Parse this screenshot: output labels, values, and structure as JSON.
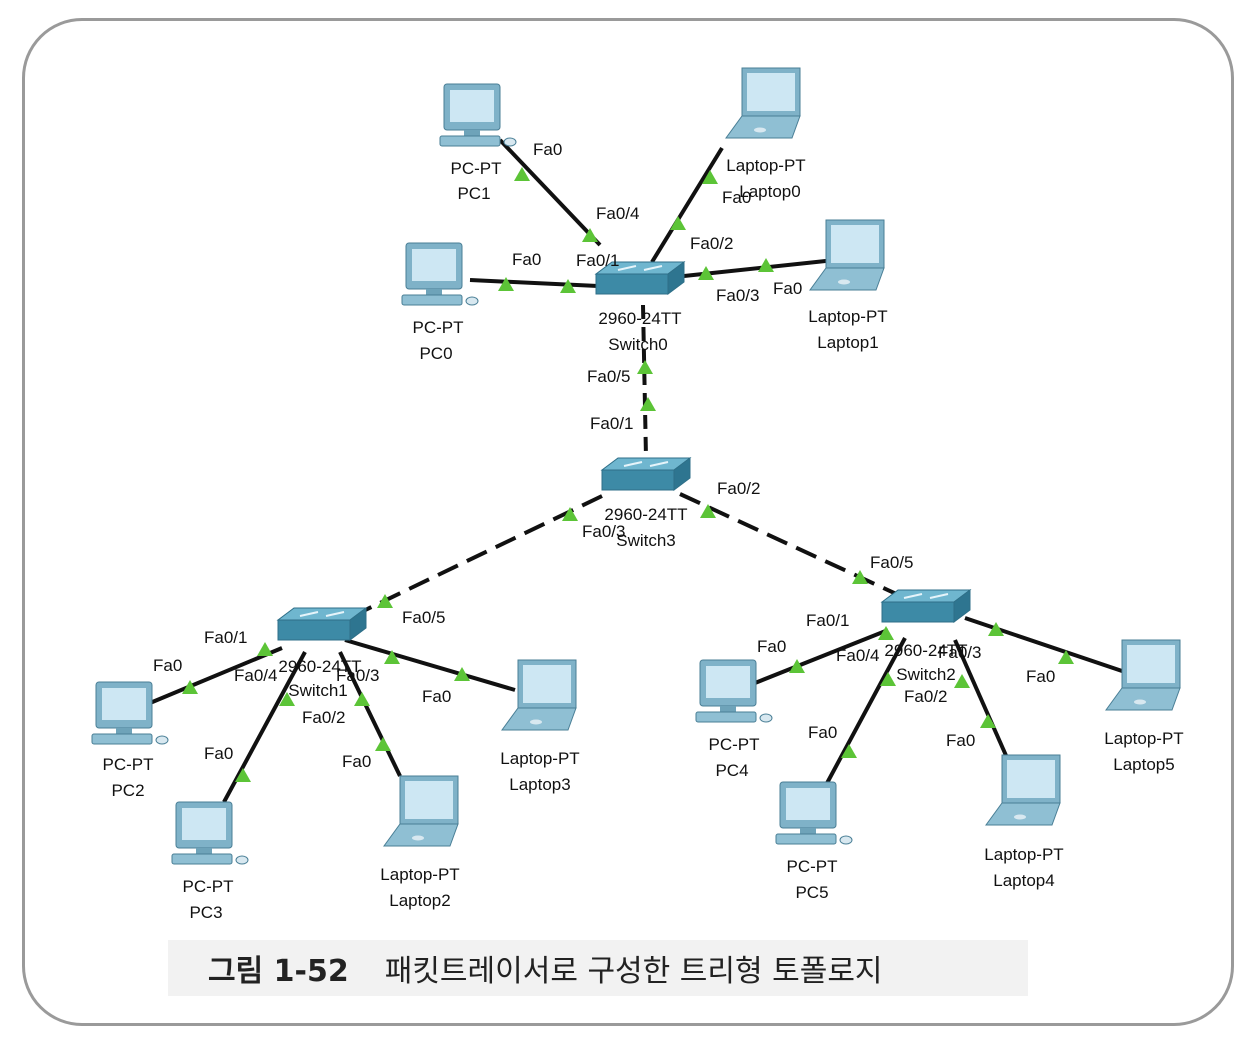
{
  "caption": {
    "number": "그림 1-52",
    "text": "패킷트레이서로 구성한 트리형 토폴로지"
  },
  "colors": {
    "link": "#111111",
    "link_indicator": "#5cc437",
    "switch": "#3d8aa6",
    "device": "#7fb2c8",
    "screen": "#cde7f3"
  },
  "devices": {
    "pc1": [
      "PC-PT",
      "PC1"
    ],
    "pc0": [
      "PC-PT",
      "PC0"
    ],
    "laptop0": [
      "Laptop-PT",
      "Laptop0"
    ],
    "laptop1": [
      "Laptop-PT",
      "Laptop1"
    ],
    "switch0": [
      "2960-24TT",
      "Switch0"
    ],
    "switch3": [
      "2960-24TT",
      "Switch3"
    ],
    "switch1": [
      "2960-24TT",
      "Switch1"
    ],
    "switch2": [
      "2960-24TT",
      "Switch2"
    ],
    "pc2": [
      "PC-PT",
      "PC2"
    ],
    "pc3": [
      "PC-PT",
      "PC3"
    ],
    "laptop2": [
      "Laptop-PT",
      "Laptop2"
    ],
    "laptop3": [
      "Laptop-PT",
      "Laptop3"
    ],
    "pc4": [
      "PC-PT",
      "PC4"
    ],
    "pc5": [
      "PC-PT",
      "PC5"
    ],
    "laptop4": [
      "Laptop-PT",
      "Laptop4"
    ],
    "laptop5": [
      "Laptop-PT",
      "Laptop5"
    ]
  },
  "ports": {
    "pc1_fa0": "Fa0",
    "sw0_fa04": "Fa0/4",
    "lap0_fa0": "Fa0",
    "sw0_fa02": "Fa0/2",
    "pc0_fa0": "Fa0",
    "sw0_fa01": "Fa0/1",
    "lap1_fa0": "Fa0",
    "sw0_fa03": "Fa0/3",
    "sw0_fa05": "Fa0/5",
    "sw3_fa01": "Fa0/1",
    "sw3_fa03": "Fa0/3",
    "sw3_fa02": "Fa0/2",
    "sw1_fa05": "Fa0/5",
    "sw1_fa01": "Fa0/1",
    "sw1_fa04": "Fa0/4",
    "sw1_fa03": "Fa0/3",
    "sw1_fa02": "Fa0/2",
    "pc2_fa0": "Fa0",
    "pc3_fa0": "Fa0",
    "lap2_fa0": "Fa0",
    "lap3_fa0": "Fa0",
    "sw2_fa05": "Fa0/5",
    "sw2_fa01": "Fa0/1",
    "sw2_fa04": "Fa0/4",
    "sw2_fa03": "Fa0/3",
    "sw2_fa02": "Fa0/2",
    "pc4_fa0": "Fa0",
    "pc5_fa0": "Fa0",
    "lap4_fa0": "Fa0",
    "lap5_fa0": "Fa0"
  }
}
